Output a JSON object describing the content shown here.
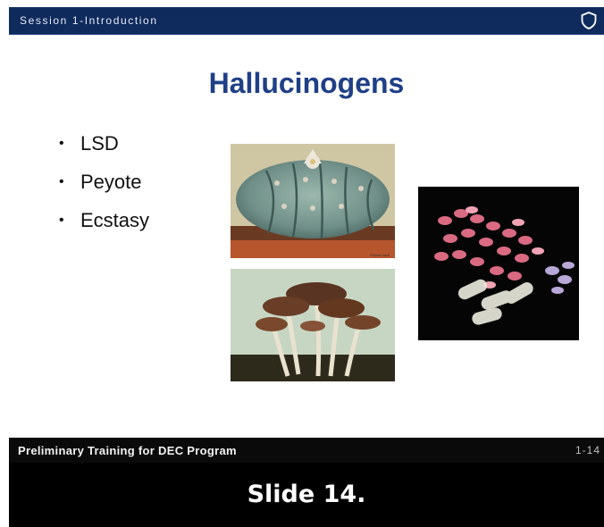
{
  "header": {
    "title": "Session 1-Introduction",
    "icon": "shield-icon"
  },
  "slide": {
    "title": "Hallucinogens",
    "bullets": [
      "LSD",
      "Peyote",
      "Ecstasy"
    ],
    "bullet_glyph": "•"
  },
  "images": [
    {
      "name": "peyote-cactus-photo",
      "caption": "Peyote cacti"
    },
    {
      "name": "mushrooms-photo"
    },
    {
      "name": "ecstasy-pills-photo"
    }
  ],
  "footer": {
    "text": "Preliminary Training for DEC Program",
    "page": "1-14"
  },
  "caption": "Slide 14.",
  "colors": {
    "header": "#0f2a5c",
    "title": "#1f3f86",
    "footer": "#0a0a0a"
  }
}
